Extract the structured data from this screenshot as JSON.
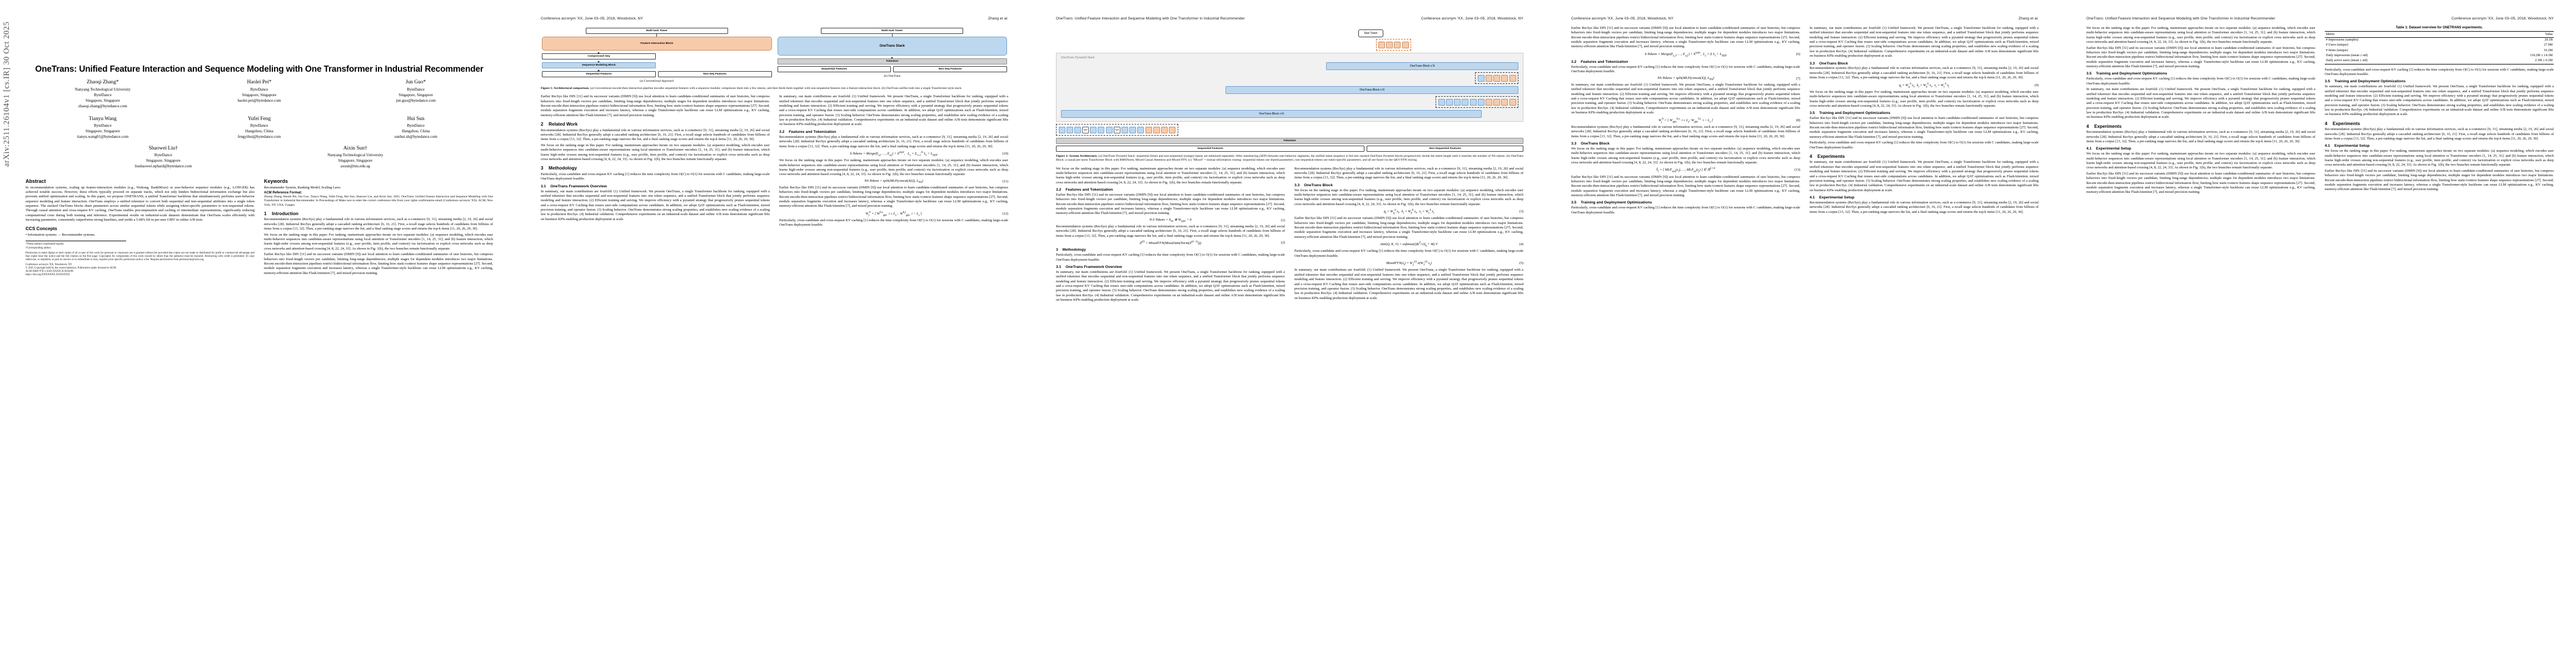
{
  "meta": {
    "arxiv_stamp": "arXiv:2511.26104v1  [cs.IR]  30 Oct 2025",
    "title": "OneTrans: Unified Feature Interaction and Sequence Modeling with One Transformer in Industrial Recommender",
    "conference": "Conference acronym 'XX, June 03–05, 2018, Woodstock, NY",
    "authors_short": "Zhang et al.",
    "title_short": "OneTrans: Unified Feature Interaction and Sequence Modeling with One Transformer in Industrial Recommender"
  },
  "authors": [
    {
      "name": "Zhaoqi Zhang*",
      "affil1": "Nanyang Technological University",
      "affil2": "ByteDance",
      "loc": "Singapore, Singapore",
      "email": "zhaoqi.zhang@bytedance.com"
    },
    {
      "name": "Haolei Pei*",
      "affil1": "ByteDance",
      "affil2": "",
      "loc": "Singapore, Singapore",
      "email": "haolei.pei@bytedance.com"
    },
    {
      "name": "Jun Guo*",
      "affil1": "ByteDance",
      "affil2": "",
      "loc": "Singapore, Singapore",
      "email": "jun.guo@bytedance.com"
    },
    {
      "name": "Tianyu Wang",
      "affil1": "ByteDance",
      "affil2": "",
      "loc": "Singapore, Singapore",
      "email": "tianyu.wang01@bytedance.com"
    },
    {
      "name": "Yufei Feng",
      "affil1": "ByteDance",
      "affil2": "",
      "loc": "Hangzhou, China",
      "email": "fengyihui@bytedance.com"
    },
    {
      "name": "Hui Sun",
      "affil1": "ByteDance",
      "affil2": "",
      "loc": "Hangzhou, China",
      "email": "sunhui.sh@bytedance.com"
    }
  ],
  "authors_row3": [
    {
      "name": "Shaowei Liu†",
      "affil1": "ByteDance",
      "loc": "Singapore, Singapore",
      "email": "liushaowei.nphard@bytedance.com"
    },
    {
      "name": "Aixin Sun†",
      "affil1": "Nanyang Technological University",
      "loc": "Singapore, Singapore",
      "email": "axsun@ntu.edu.sg"
    }
  ],
  "abstract": {
    "heading": "Abstract",
    "paragraphs": [
      "In recommendation systems, scaling up feature-interaction modules (e.g., Wukong, RankMixer) or user-behavior sequence modules (e.g., LONGER) has achieved notable success. However, these efforts typically proceed on separate tracks, which not only hinders bidirectional information exchange but also prevents unified optimization and scaling. In this paper, we propose ONETRANS, a unified Transformer backbone that simultaneously performs user-behavior sequence modeling and feature interaction. OneTrans employs a unified tokenizer to convert both sequential and non-sequential attributes into a single token sequence. The stacked OneTrans blocks share parameters across similar sequential tokens while assigning token-specific parameters to non-sequential tokens. Through causal attention and cross-request KV caching, OneTrans enables precomputation and caching of intermediate representations, significantly reducing computational costs during both training and inference. Experimental results on industrial-scale datasets demonstrate that OneTrans scales efficiently with increasing parameters, consistently outperforms strong baselines, and yields a 5.68% lift in per-user GMV in online A/B tests."
    ]
  },
  "ccs": {
    "heading": "CCS Concepts",
    "text": "• Information systems → Recommender systems."
  },
  "keywords": {
    "heading": "Keywords",
    "text": "Recommender System, Ranking Model, Scaling Laws"
  },
  "acm_ref": {
    "heading": "ACM Reference Format:",
    "text": "Zhaoqi Zhang, Haolei Pei, Jun Guo, Tianyu Wang, Yufei Feng, Hui Sun, Shaowei Liu, and Aixin Sun. 2025. OneTrans: Unified Feature Interaction and Sequence Modeling with One Transformer in Industrial Recommender. In Proceedings of Make sure to enter the correct conference title from your rights confirmation email (Conference acronym 'XX). ACM, New York, NY, USA, 9 pages."
  },
  "footnotes": {
    "marks": "*These authors contributed equally.\n†Corresponding author.",
    "license": "Permission to make digital or hard copies of all or part of this work for personal or classroom use is granted without fee provided that copies are not made or distributed for profit or commercial advantage and that copies bear this notice and the full citation on the first page. Copyrights for components of this work owned by others than the author(s) must be honored. Abstracting with credit is permitted. To copy otherwise, or republish, to post on servers or to redistribute to lists, requires prior specific permission and/or a fee. Request permissions from permissions@acm.org.",
    "conf": "Conference acronym 'XX, Woodstock, NY",
    "copyright": "© 2025 Copyright held by the owner/author(s). Publication rights licensed to ACM.\nACM ISBN 978-1-4503-XXXX-X/2018/06",
    "doi": "https://doi.org/XXXXXXX.XXXXXXX"
  },
  "figure1": {
    "caption_bold": "Figure 1: Architectural comparison.",
    "caption_rest": " (a) Conventional encode-then-interaction pipeline encodes sequential features with a sequence module, compresses them into a few tokens, and then feeds them together with non-sequential features into a feature-interaction block. (b) OneTrans unifies both into a single Transformer-style stack.",
    "panel_a": {
      "label": "(a) Conventional Approach",
      "nodes": [
        "Multi-task Tower",
        "Feature Interaction Block",
        "Compressed Seq",
        "Sequence Modeling Block",
        "Sequential Features",
        "Non-Seq Features"
      ]
    },
    "panel_b": {
      "label": "(b) OneTrans",
      "nodes": [
        "Multi-task Tower",
        "OneTrans Stack",
        "Tokenizer",
        "Sequential Features",
        "Non-Seq Features"
      ]
    }
  },
  "figure2": {
    "caption_bold": "Figure 2: System Architecture.",
    "caption_rest": " (a) OneTrans Pyramid Stack: sequential (blue) and non-sequential (orange) inputs are tokenized separately. After interleaving (SEP) between user-behavior segments, the unified token sequence is fed into stacked OneTrans Pyramid blocks progressively shrink the token length until it matches the number of NS tokens. (b) OneTrans Block: a causal pre-norm Transformer Block with RMSNorm, Mixed Causal Attention and Mixed FFN. (c) \"Mixed\" = mutual information routing: sequential tokens use shared parameters; non-sequential tokens use token-specific parameters, and all are fused via the QKV/FFN mixing.",
    "nodes": [
      "Task Tower",
      "OneTrans Block x N",
      "OneTrans Pyramid Stack",
      "SEP",
      "Tokenizer",
      "Sequential Features",
      "Non-Sequential Features"
    ]
  },
  "sections": {
    "intro": {
      "num": "1",
      "title": "Introduction"
    },
    "related": {
      "num": "2",
      "title": "Related Work"
    },
    "method": {
      "num": "3",
      "title": "Methodology"
    },
    "method_overview": {
      "num": "3.1",
      "title": "OneTrans Framework Overview"
    },
    "tokenizer": {
      "num": "3.2",
      "title": "Features and Tokenization"
    },
    "onetrans_block": {
      "num": "3.3",
      "title": "OneTrans Block"
    },
    "training": {
      "num": "3.5",
      "title": "Training and Deployment Optimizations"
    },
    "experiments": {
      "num": "4",
      "title": "Experiments"
    },
    "exp_setup": {
      "num": "4.1",
      "title": "Experimental Setup"
    }
  },
  "table1": {
    "caption": "Table 1: Dataset overview for ONETRANS experiments.",
    "columns": [
      "Metric",
      "Value"
    ],
    "rows": [
      [
        "# Impressions (samples)",
        "29.1B"
      ],
      [
        "# Users (unique)",
        "27.9M"
      ],
      [
        "# Items (unique)",
        "10.2M"
      ],
      [
        "Daily impressions (mean ± std)",
        "118.2M ± 14.3M"
      ],
      [
        "Daily active users (mean ± std)",
        "2.3M ± 0.3M"
      ]
    ]
  },
  "body_text": {
    "p1": "Recommendation systems (RecSys) play a fundamental role in various information services, such as e-commerce [9, 31], streaming media [2, 19, 26] and social networks [28]. Industrial RecSys generally adopt a cascaded ranking architecture [6, 16, 21]. First, a recall stage selects hundreds of candidates from billions of items from a corpus [13, 32]. Then, a pre-ranking stage narrows the list, and a final ranking stage scores and returns the top-k items [11, 20, 26, 29, 30].",
    "p2": "We focus on the ranking stage in this paper. For ranking, mainstream approaches iterate on two separate modules: (a) sequence modeling, which encodes user multi-behavior sequences into candidate-aware representations using local attention or Transformer encoders [1, 14, 25, 31]; and (b) feature interaction, which learns high-order crosses among non-sequential features (e.g., user profile, item profile, and context) via factorization or explicit cross networks such as deep cross networks and attention-based crossing [4, 8, 22, 24, 33]. As shown in Fig. 1(b), the two branches remain functionally separate.",
    "p3": "Earlier RecSys like DIN [31] and its successor variants (DMIN [9]) use local attention to learn candidate-conditioned summaries of user histories, but compress behaviors into fixed-length vectors per candidate, limiting long-range dependencies; multiple stages for dependent modules introduces two major limitations. Recent encode-then-interaction pipelines restrict bidirectional information flow, limiting how static/context features shape sequence representations [27]. Second, module separation fragments execution and increases latency, whereas a single Transformer-style backbone can reuse LLM optimizations e.g., KV caching, memory-efficient attention like FlashAttention [7], and mixed precision training.",
    "p4": "Particularly, cross-candidate and cross-request KV caching [1] reduces the time complexity from O(C) to O(1) for sessions with C candidates, making large-scale OneTrans deployment feasible.",
    "p5": "In summary, our main contributions are fourfold: (1) Unified framework. We present OneTrans, a single Transformer backbone for ranking, equipped with a unified tokenizer that encodes sequential and non-sequential features into one token sequence, and a unified Transformer block that jointly performs sequence modeling and feature interaction. (2) Efficient training and serving. We improve efficiency with a pyramid strategy that progressively prunes sequential tokens and a cross-request KV Caching that reuses user-side computations across candidates. In addition, we adopt QAT optimizations such as FlashAttention, mixed precision training, and operator fusion. (3) Scaling behavior. OneTrans demonstrates strong scaling properties, and establishes new scaling evidence of a scaling law in production RecSys. (4) Industrial validation. Comprehensive experiments on an industrial-scale dataset and online A/B tests demonstrate significant lifts on business KPIs enabling production deployment at scale."
  }
}
